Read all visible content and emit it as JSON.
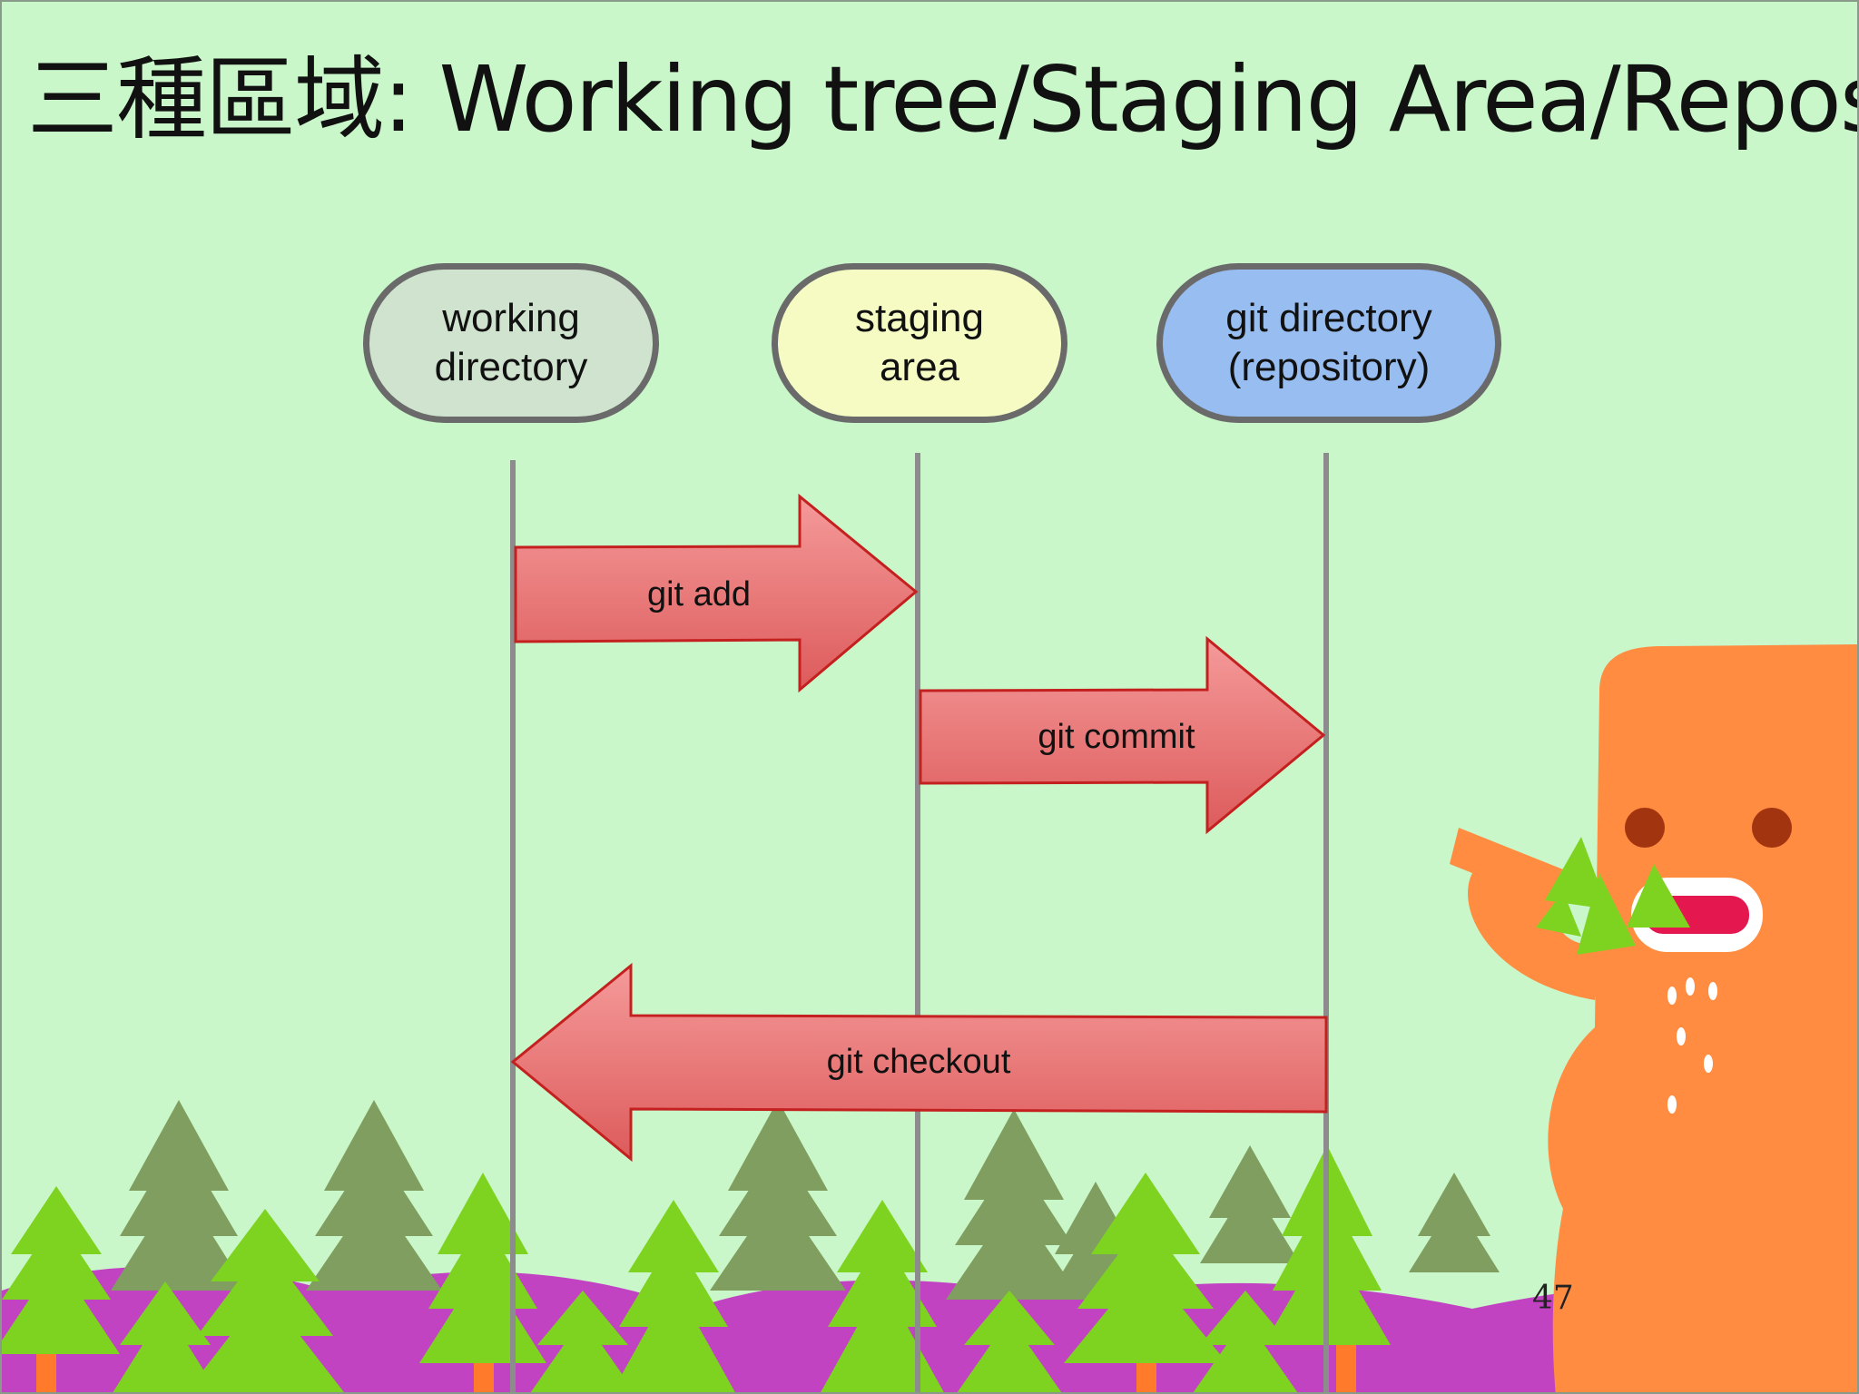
{
  "title": "三種區域: Working tree/Staging Area/Repository",
  "nodes": {
    "working": {
      "line1": "working",
      "line2": "directory",
      "color": "#cfe3cf"
    },
    "staging": {
      "line1": "staging",
      "line2": "area",
      "color": "#f6fbc4"
    },
    "repo": {
      "line1": "git directory",
      "line2": "(repository)",
      "color": "#98bdf0"
    }
  },
  "arrows": {
    "add": "git add",
    "commit": "git commit",
    "checkout": "git checkout"
  },
  "page_number": "47",
  "colors": {
    "background": "#c9f7c9",
    "arrow": "#ee6e6e",
    "lifeline": "#8c8c8c",
    "monster": "#ff8c40",
    "hill": "#c243c2",
    "tree_green": "#7ed321",
    "tree_olive": "#7f9e5f"
  }
}
